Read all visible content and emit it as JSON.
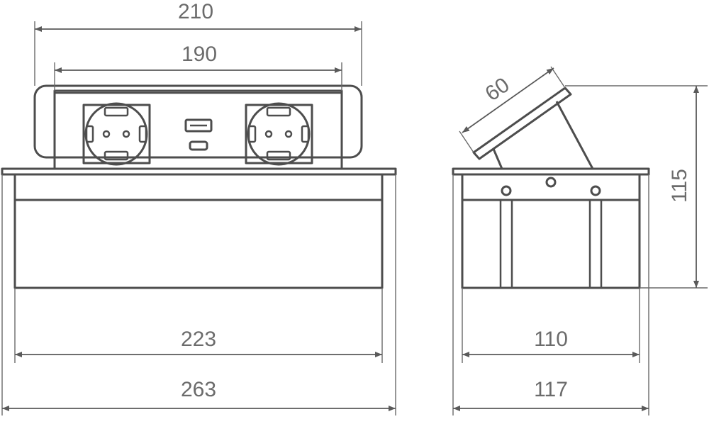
{
  "dimensions": {
    "top_width_outer": "210",
    "top_width_inner": "190",
    "body_width_inner": "223",
    "body_width_outer": "263",
    "side_depth_inner": "110",
    "side_depth_outer": "117",
    "lid_depth": "60",
    "total_height": "115"
  }
}
